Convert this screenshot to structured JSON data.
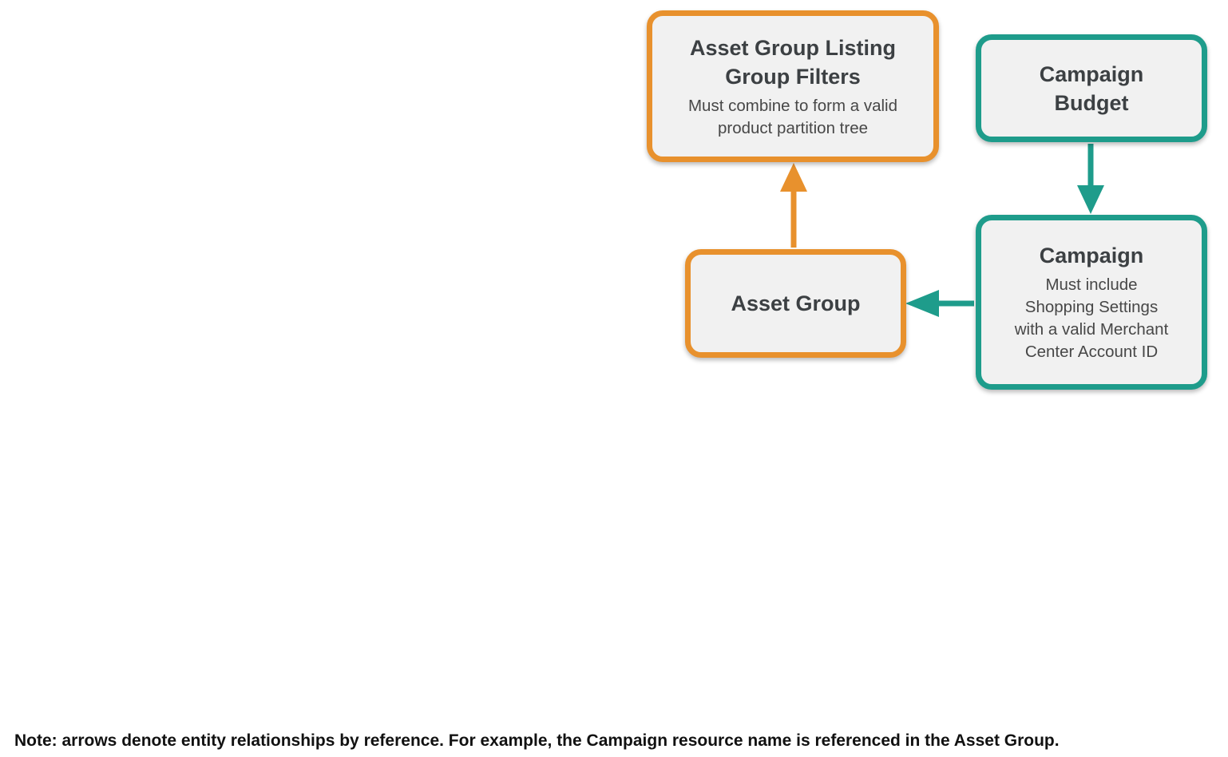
{
  "colors": {
    "orange": "#e8912d",
    "teal": "#1e9c8b",
    "box_fill": "#f1f1f1",
    "title_text": "#3c4043",
    "subtitle_text": "#474747",
    "note_text": "#111111"
  },
  "diagram": {
    "nodes": [
      {
        "id": "asset-group-listing-group-filters",
        "title": "Asset Group Listing\nGroup Filters",
        "subtitle": "Must combine to form a valid\nproduct partition tree",
        "accent": "orange"
      },
      {
        "id": "campaign-budget",
        "title": "Campaign\nBudget",
        "subtitle": "",
        "accent": "teal"
      },
      {
        "id": "asset-group",
        "title": "Asset Group",
        "subtitle": "",
        "accent": "orange"
      },
      {
        "id": "campaign",
        "title": "Campaign",
        "subtitle": "Must include\nShopping Settings\nwith a valid Merchant\nCenter Account ID",
        "accent": "teal"
      }
    ],
    "edges": [
      {
        "id": "asset-group-to-listing-group-filters",
        "from": "Asset Group",
        "to": "Asset Group Listing Group Filters",
        "color": "orange",
        "direction": "up"
      },
      {
        "id": "campaign-budget-to-campaign",
        "from": "Campaign Budget",
        "to": "Campaign",
        "color": "teal",
        "direction": "down"
      },
      {
        "id": "campaign-to-asset-group",
        "from": "Campaign",
        "to": "Asset Group",
        "color": "teal",
        "direction": "left"
      }
    ]
  },
  "note": "Note: arrows denote entity relationships by reference. For example, the Campaign resource name is referenced in the Asset Group."
}
